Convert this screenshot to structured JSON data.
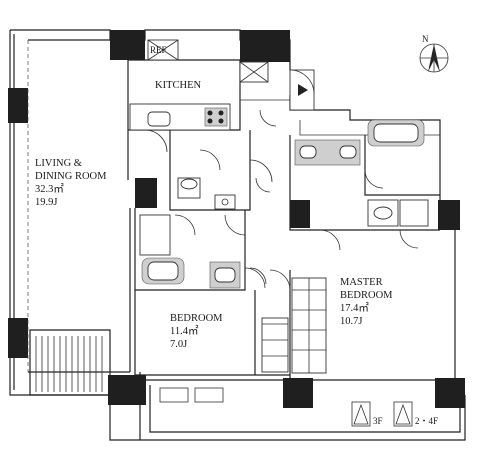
{
  "rooms": {
    "living": {
      "name_line1": "LIVING &",
      "name_line2": "DINING ROOM",
      "area_m2": "32.3㎡",
      "area_j": "19.9J"
    },
    "kitchen": {
      "name": "KITCHEN",
      "ref": "REF"
    },
    "bedroom": {
      "name": "BEDROOM",
      "area_m2": "11.4㎡",
      "area_j": "7.0J"
    },
    "master": {
      "name_line1": "MASTER",
      "name_line2": "BEDROOM",
      "area_m2": "17.4㎡",
      "area_j": "10.7J"
    }
  },
  "compass": {
    "label": "N"
  },
  "stairs_legend": {
    "floor_a": "3F",
    "floor_b": "2・4F"
  },
  "colors": {
    "wall": "#1f1f1f",
    "fixture": "#cfcfcf",
    "line": "#222222"
  },
  "icons": [
    "compass-icon",
    "entrance-arrow-icon",
    "stair-marker-icon"
  ]
}
